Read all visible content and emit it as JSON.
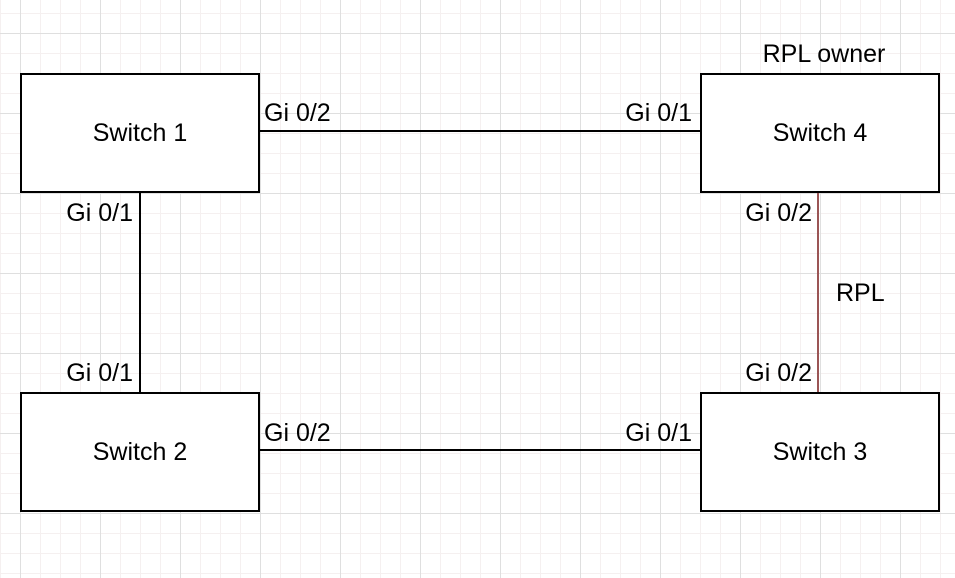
{
  "canvas": {
    "type": "network-ring-diagram"
  },
  "colors": {
    "text": "#000000",
    "node_border": "#000000",
    "link": "#000000",
    "rpl_link": "#9b5555",
    "grid_minor": "#f5f0f0",
    "grid_major": "#dfdfdf"
  },
  "nodes": [
    {
      "id": "switch-1",
      "label": "Switch 1"
    },
    {
      "id": "switch-2",
      "label": "Switch 2"
    },
    {
      "id": "switch-3",
      "label": "Switch 3"
    },
    {
      "id": "switch-4",
      "label": "Switch 4"
    }
  ],
  "links": [
    {
      "id": "switch1-switch4",
      "from": "Switch 1",
      "to": "Switch 4",
      "from_port": "Gi 0/2",
      "to_port": "Gi 0/1"
    },
    {
      "id": "switch1-switch2",
      "from": "Switch 1",
      "to": "Switch 2",
      "from_port": "Gi 0/1",
      "to_port": "Gi 0/1"
    },
    {
      "id": "switch2-switch3",
      "from": "Switch 2",
      "to": "Switch 3",
      "from_port": "Gi 0/2",
      "to_port": "Gi 0/1"
    },
    {
      "id": "switch4-switch3",
      "from": "Switch 4",
      "to": "Switch 3",
      "from_port": "Gi 0/2",
      "to_port": "Gi 0/2",
      "label": "RPL",
      "color": "#9b5555"
    }
  ],
  "annotations": [
    {
      "id": "rpl-owner",
      "text": "RPL owner",
      "attached_to": "Switch 4"
    }
  ]
}
